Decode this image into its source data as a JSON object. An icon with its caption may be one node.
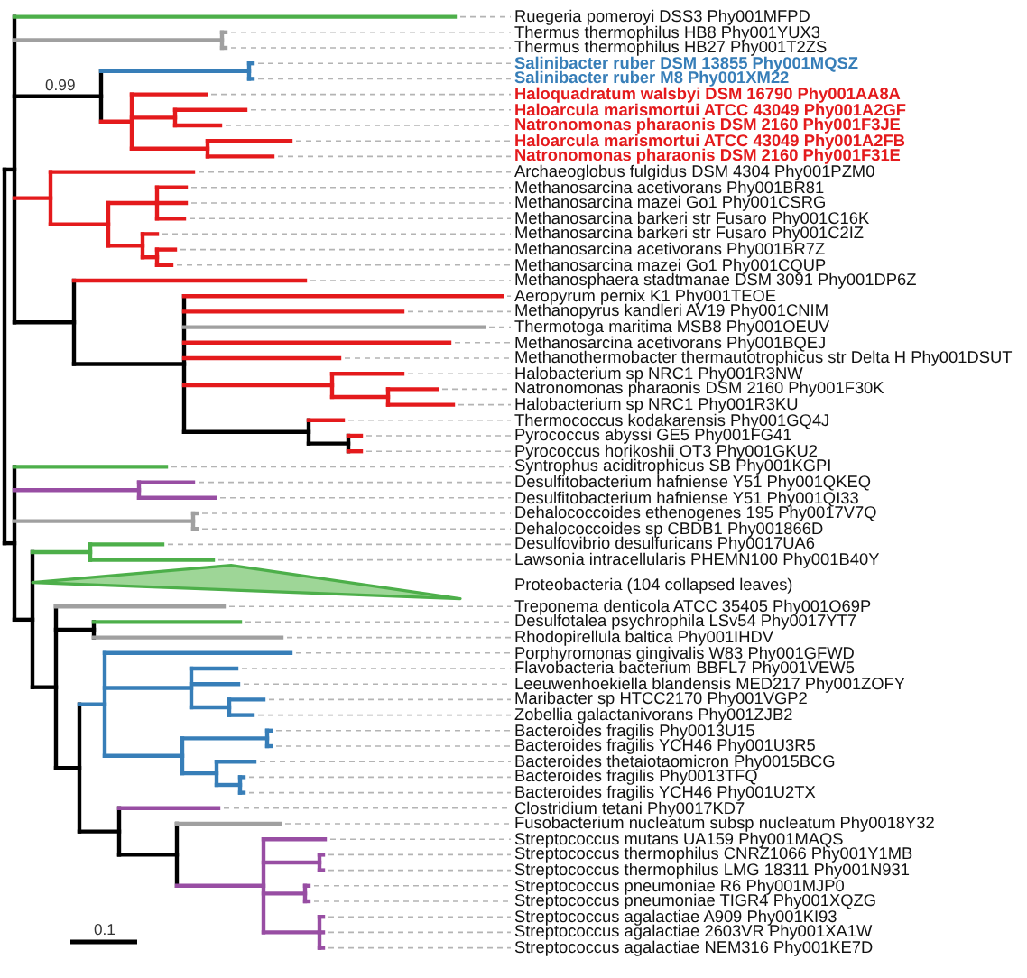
{
  "diagram": {
    "labels": [
      "Ruegeria pomeroyi DSS3 Phy001MFPD",
      "Thermus thermophilus HB8 Phy001YUX3",
      "Thermus thermophilus HB27 Phy001T2ZS",
      "Salinibacter ruber DSM 13855 Phy001MQSZ",
      "Salinibacter ruber M8 Phy001XM22",
      "0.99",
      "Haloquadratum walsbyi DSM 16790 Phy001AA8A",
      "Haloarcula marismortui ATCC 43049 Phy001A2GF",
      "Natronomonas pharaonis DSM 2160 Phy001F3JE",
      "Haloarcula marismortui ATCC 43049 Phy001A2FB",
      "Natronomonas pharaonis DSM 2160 Phy001F31E",
      "Archaeoglobus fulgidus DSM 4304 Phy001PZM0",
      "Methanosarcina acetivorans Phy001BR81",
      "Methanosarcina mazei Go1 Phy001CSRG",
      "Methanosarcina barkeri str Fusaro Phy001C16K",
      "Methanosarcina barkeri str Fusaro Phy001C2IZ",
      "Methanosarcina acetivorans Phy001BR7Z",
      "Methanosarcina mazei Go1 Phy001CQUP",
      "Methanosphaera stadtmanae DSM 3091 Phy001DP6Z",
      "Aeropyrum pernix K1 Phy001TEOE",
      "Methanopyrus kandleri AV19 Phy001CNIM",
      "Thermotoga maritima MSB8 Phy001OEUV",
      "Methanosarcina acetivorans Phy001BQEJ",
      "Methanothermobacter thermautotrophicus str Delta H Phy001DSUT",
      "Halobacterium sp NRC1 Phy001R3NW",
      "Natronomonas pharaonis DSM 2160 Phy001F30K",
      "Halobacterium sp NRC1 Phy001R3KU",
      "Thermococcus kodakarensis Phy001GQ4J",
      "Pyrococcus abyssi GE5 Phy001FG41",
      "Pyrococcus horikoshii OT3 Phy001GKU2",
      "Syntrophus aciditrophicus SB Phy001KGPI",
      "Desulfitobacterium hafniense Y51 Phy001QKEQ",
      "Desulfitobacterium hafniense Y51 Phy001QI33",
      "Dehalococcoides ethenogenes 195 Phy0017V7Q",
      "Dehalococcoides sp CBDB1 Phy001866D",
      "Desulfovibrio desulfuricans Phy0017UA6",
      "Lawsonia intracellularis PHEMN100 Phy001B40Y",
      "Proteobacteria (104 collapsed leaves)",
      "Treponema denticola ATCC 35405 Phy001O69P",
      "Desulfotalea psychrophila LSv54 Phy0017YT7",
      "Rhodopirellula baltica Phy001IHDV",
      "Porphyromonas gingivalis W83 Phy001GFWD",
      "Flavobacteria bacterium BBFL7 Phy001VEW5",
      "Leeuwenhoekiella blandensis MED217 Phy001ZOFY",
      "Maribacter sp HTCC2170 Phy001VGP2",
      "Zobellia galactanivorans Phy001ZJB2",
      "Bacteroides fragilis Phy0013U15",
      "Bacteroides fragilis YCH46 Phy001U3R5",
      "Bacteroides thetaiotaomicron Phy0015BCG",
      "Bacteroides fragilis Phy0013TFQ",
      "Bacteroides fragilis YCH46 Phy001U2TX",
      "Clostridium tetani Phy0017KD7",
      "Fusobacterium nucleatum subsp nucleatum Phy0018Y32",
      "Streptococcus mutans UA159 Phy001MAQS",
      "Streptococcus thermophilus CNRZ1066 Phy001Y1MB",
      "Streptococcus thermophilus LMG 18311 Phy001N931",
      "Streptococcus pneumoniae R6 Phy001MJP0",
      "Streptococcus pneumoniae TIGR4 Phy001XQZG",
      "Streptococcus agalactiae A909 Phy001KI93",
      "Streptococcus agalactiae 2603VR Phy001XA1W",
      "Streptococcus agalactiae NEM316 Phy001KE7D",
      "0.1"
    ]
  }
}
